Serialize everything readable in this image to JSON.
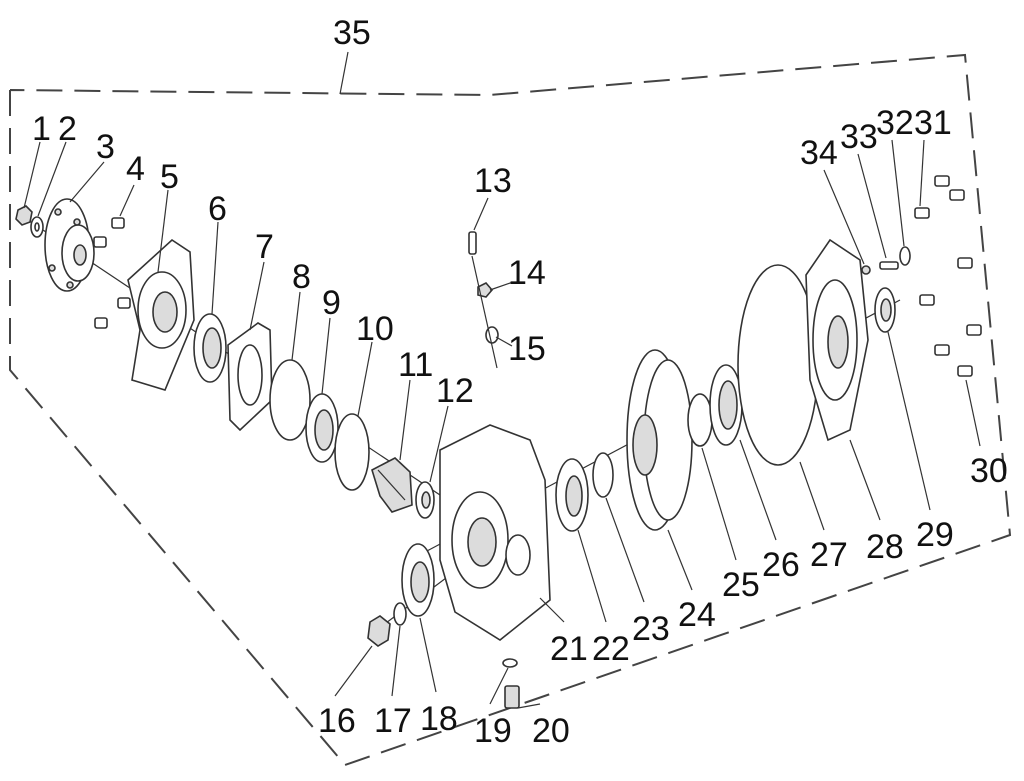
{
  "diagram": {
    "assembly_label": "35",
    "callouts": [
      "1",
      "2",
      "3",
      "4",
      "5",
      "6",
      "7",
      "8",
      "9",
      "10",
      "11",
      "12",
      "13",
      "14",
      "15",
      "16",
      "17",
      "18",
      "19",
      "20",
      "21",
      "22",
      "23",
      "24",
      "25",
      "26",
      "27",
      "28",
      "29",
      "30",
      "31",
      "32",
      "33",
      "34"
    ]
  }
}
